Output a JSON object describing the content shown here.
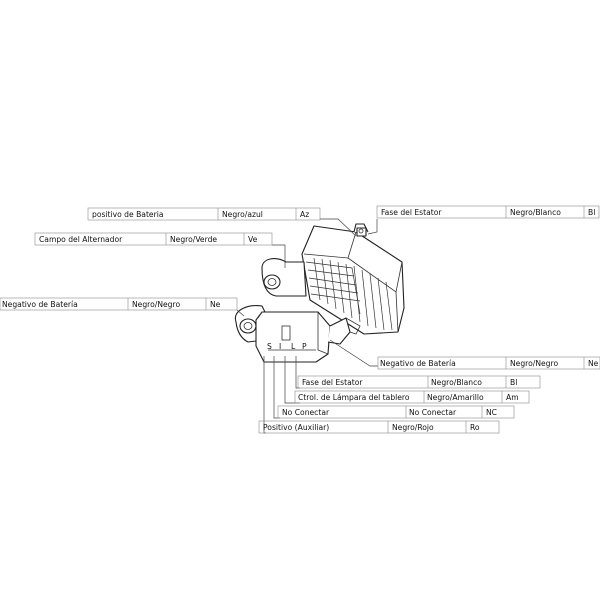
{
  "rows": {
    "positivo_bateria": {
      "name": "positivo de Bateria",
      "color": "Negro/azul",
      "code": "Az"
    },
    "fase_estator_top": {
      "name": "Fase del Estator",
      "color": "Negro/Blanco",
      "code": "Bl"
    },
    "campo_alternador": {
      "name": "Campo del Alternador",
      "color": "Negro/Verde",
      "code": "Ve"
    },
    "negativo_bateria_left": {
      "name": "Negativo de Batería",
      "color": "Negro/Negro",
      "code": "Ne"
    },
    "negativo_bateria_right": {
      "name": "Negativo de Batería",
      "color": "Negro/Negro",
      "code": "Ne"
    },
    "fase_estator_pin": {
      "name": "Fase del Estator",
      "color": "Negro/Blanco",
      "code": "Bl"
    },
    "lampara_tablero": {
      "name": "Ctrol. de Lámpara del tablero",
      "color": "Negro/Amarillo",
      "code": "Am"
    },
    "no_conectar": {
      "name": "No Conectar",
      "color": "No Conectar",
      "code": "NC"
    },
    "positivo_auxiliar": {
      "name": "Positivo (Auxiliar)",
      "color": "Negro/Rojo",
      "code": "Ro"
    }
  },
  "pins": {
    "s": "S",
    "i": "I",
    "l": "L",
    "p": "P"
  }
}
